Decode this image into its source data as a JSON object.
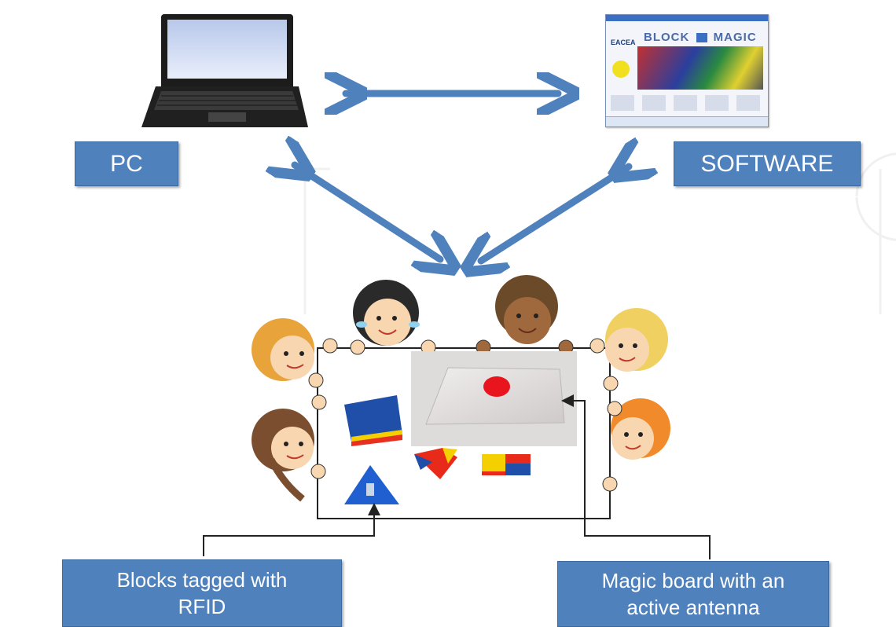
{
  "labels": {
    "pc": "PC",
    "software": "SOFTWARE",
    "blocks_line1": "Blocks tagged with",
    "blocks_line2": "RFID",
    "board_line1": "Magic board with an",
    "board_line2": "active antenna"
  },
  "software_window": {
    "title_left": "BLOCK",
    "title_right": "MAGIC",
    "logo_text": "EACEA"
  },
  "colors": {
    "label_fill": "#4f81bd",
    "arrow": "#4f81bd",
    "label_text": "#ffffff"
  }
}
